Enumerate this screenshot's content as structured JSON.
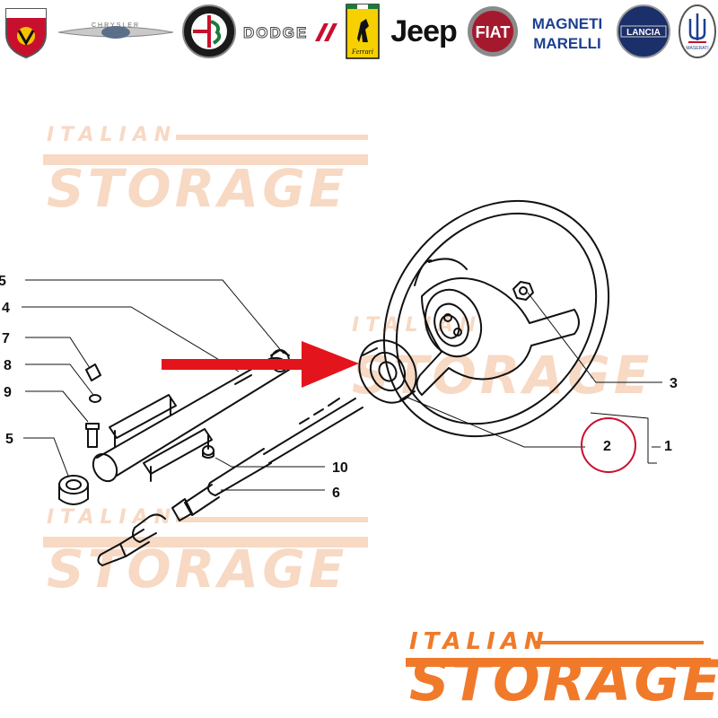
{
  "brands": [
    {
      "name": "ABARTH",
      "icon": "abarth-logo-icon"
    },
    {
      "name": "CHRYSLER",
      "icon": "chrysler-logo-icon"
    },
    {
      "name": "ALFA ROMEO",
      "icon": "alfa-romeo-logo-icon"
    },
    {
      "name": "DODGE",
      "icon": "dodge-logo-icon"
    },
    {
      "name": "Ferrari",
      "icon": "ferrari-logo-icon"
    },
    {
      "name": "Jeep",
      "icon": "jeep-logo-icon"
    },
    {
      "name": "FIAT",
      "icon": "fiat-logo-icon"
    },
    {
      "name": "MAGNETI MARELLI",
      "icon": "magneti-marelli-logo-icon"
    },
    {
      "name": "LANCIA",
      "icon": "lancia-logo-icon"
    },
    {
      "name": "MASERATI",
      "icon": "maserati-logo-icon"
    }
  ],
  "watermark": {
    "small": "ITALIAN",
    "big": "STORAGE"
  },
  "logo": {
    "top": "ITALIAN",
    "main": "STORAGE",
    "color": "#f07a2a"
  },
  "callouts": {
    "c1": "1",
    "c2": "2",
    "c3": "3",
    "c4": "4",
    "c5a": "5",
    "c5b": "5",
    "c6": "6",
    "c7": "7",
    "c8": "8",
    "c9": "9",
    "c10": "10"
  },
  "highlight": {
    "part": "2",
    "circle_color": "#c8102e",
    "arrow_color": "#e3141c"
  }
}
